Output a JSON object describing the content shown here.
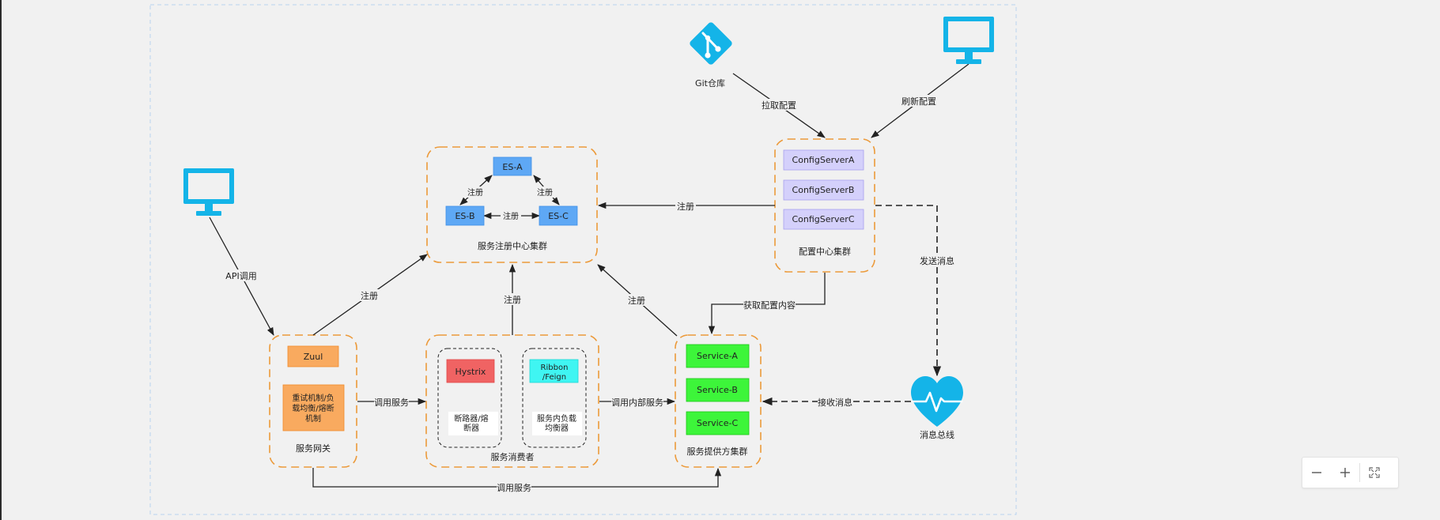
{
  "labels": {
    "git": "Git仓库",
    "pull_config": "拉取配置",
    "refresh_config": "刷新配置",
    "register": "注册",
    "config_servers": [
      "ConfigServerA",
      "ConfigServerB",
      "ConfigServerC"
    ],
    "config_cluster": "配置中心集群",
    "send_message": "发送消息",
    "receive_message": "接收消息",
    "message_bus": "消息总线",
    "eureka_a": "ES-A",
    "eureka_b": "ES-B",
    "eureka_c": "ES-C",
    "registry_cluster": "服务注册中心集群",
    "api_call": "API调用",
    "zuul": "Zuul",
    "gateway_features": [
      "重试机制/负",
      "载均衡/熔断",
      "机制"
    ],
    "gateway": "服务网关",
    "call_service": "调用服务",
    "hystrix": "Hystrix",
    "ribbon": [
      "Ribbon",
      "/Feign"
    ],
    "breaker": [
      "断路器/熔",
      "断器"
    ],
    "balancer": [
      "服务内负载",
      "均衡器"
    ],
    "consumer": "服务消费者",
    "call_internal": "调用内部服务",
    "get_config": "获取配置内容",
    "service_a": "Service-A",
    "service_b": "Service-B",
    "service_c": "Service-C",
    "provider_cluster": "服务提供方集群"
  },
  "colors": {
    "orange_dash": "#ec9a3a",
    "eureka": "#5ea8f5",
    "config_fill": "#d4d0fb",
    "config_stroke": "#a7a1ee",
    "zuul": "#f9aa5f",
    "hystrix": "#f06363",
    "ribbon": "#3ff5f2",
    "service": "#3df53a",
    "icon_blue": "#14b4e8"
  },
  "zoom": {
    "minus_icon": "minus-icon",
    "plus_icon": "plus-icon",
    "fit_icon": "fit-screen-icon"
  }
}
